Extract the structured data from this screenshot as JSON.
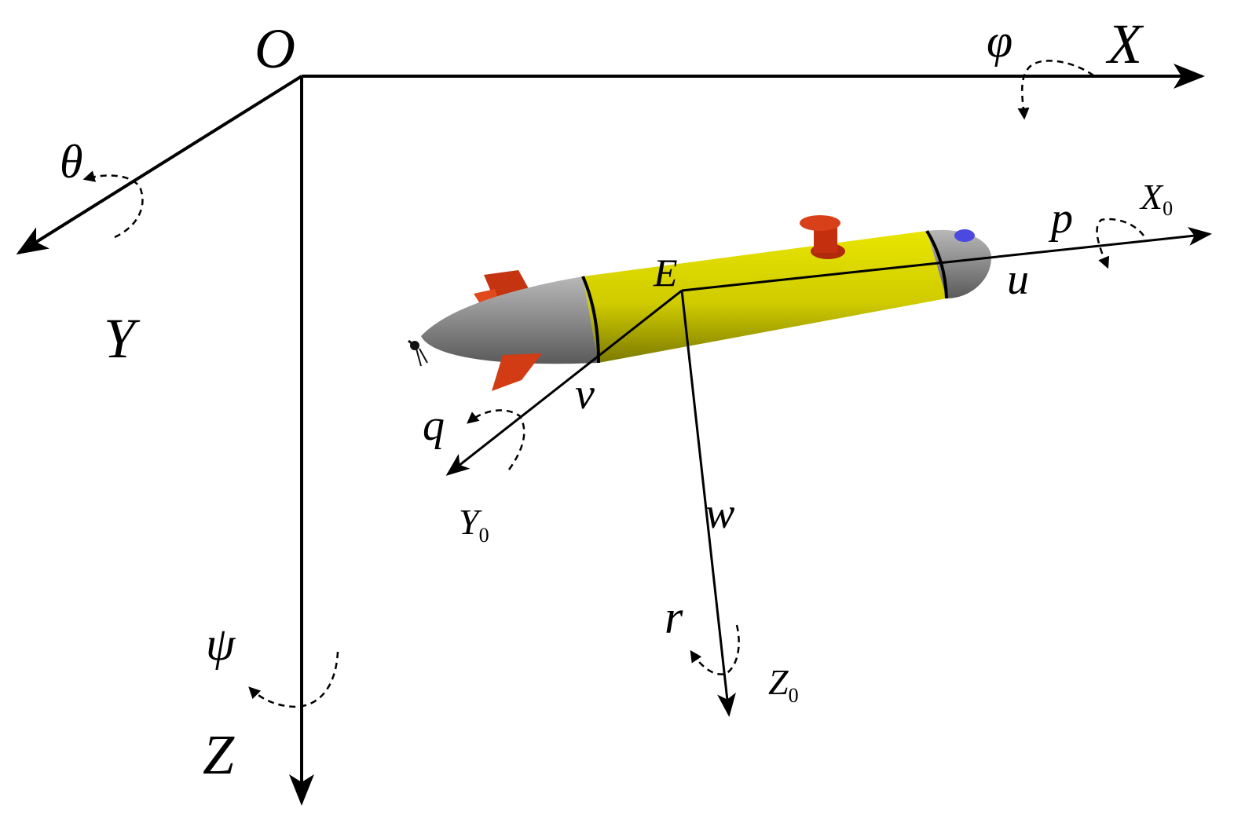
{
  "colors": {
    "ink": "#000000",
    "hull": "#d6d200",
    "nose": "#8c8c8c",
    "fin": "#d23c14",
    "sensor": "#4a4ae0"
  },
  "global_frame": {
    "origin": "O",
    "x_axis": "X",
    "y_axis": "Y",
    "z_axis": "Z",
    "rot_x": "φ",
    "rot_y": "θ",
    "rot_z": "ψ"
  },
  "body_frame": {
    "origin": "E",
    "x_axis": "X",
    "y_axis": "Y",
    "z_axis": "Z",
    "subscript": "0",
    "vel_u": "u",
    "vel_v": "v",
    "vel_w": "w",
    "rot_p": "p",
    "rot_q": "q",
    "rot_r": "r"
  }
}
